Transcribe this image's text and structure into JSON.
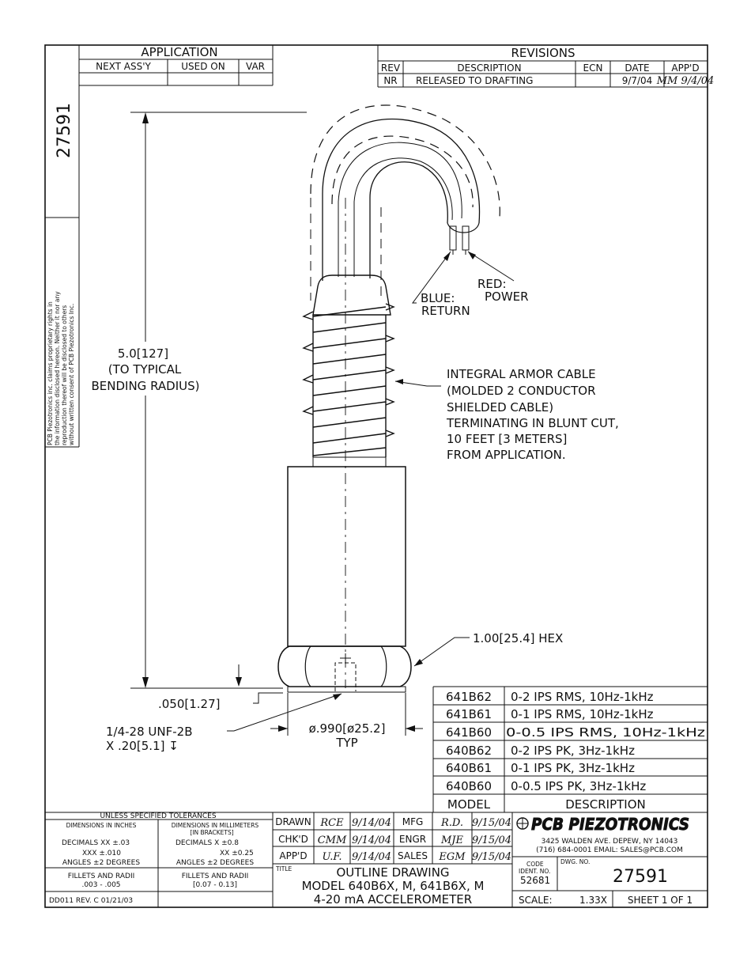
{
  "drawing_number": "27591",
  "proprietary_note": [
    "PCB Piezotronics inc. claims proprietary rights in",
    "the information disclosed hereon. Neither it nor any",
    "reproduction thereof will be disclosed to others",
    "without written consent of PCB Piezotronics Inc."
  ],
  "application": {
    "title": "APPLICATION",
    "columns": [
      "NEXT ASS'Y",
      "USED ON",
      "VAR"
    ]
  },
  "revisions": {
    "title": "REVISIONS",
    "columns": [
      "REV",
      "DESCRIPTION",
      "ECN",
      "DATE",
      "APP'D"
    ],
    "rows": [
      {
        "rev": "NR",
        "description": "RELEASED TO DRAFTING",
        "ecn": "",
        "date": "9/7/04",
        "appd": "MM 9/4/04"
      }
    ]
  },
  "annotations": {
    "length_dim": "5.0[127]",
    "length_note_1": "(TO TYPICAL",
    "length_note_2": "BENDING RADIUS)",
    "red_wire_1": "RED:",
    "red_wire_2": "POWER",
    "blue_wire_1": "BLUE:",
    "blue_wire_2": "RETURN",
    "cable_note": [
      "INTEGRAL ARMOR CABLE",
      "(MOLDED 2 CONDUCTOR",
      "SHIELDED CABLE)",
      "TERMINATING IN BLUNT CUT,",
      "10 FEET [3 METERS]",
      "FROM APPLICATION."
    ],
    "hex": "1.00[25.4] HEX",
    "base_dim": ".050[1.27]",
    "thread_1": "1/4-28 UNF-2B",
    "thread_2": "X .20[5.1] ↧",
    "diameter": "ø.990[ø25.2]",
    "diameter_typ": "TYP"
  },
  "models": {
    "rows": [
      {
        "model": "641B62",
        "description": "0-2 IPS RMS, 10Hz-1kHz"
      },
      {
        "model": "641B61",
        "description": "0-1 IPS RMS, 10Hz-1kHz"
      },
      {
        "model": "641B60",
        "description": "0-0.5 IPS RMS, 10Hz-1kHz"
      },
      {
        "model": "640B62",
        "description": "0-2 IPS PK, 3Hz-1kHz"
      },
      {
        "model": "640B61",
        "description": "0-1 IPS PK, 3Hz-1kHz"
      },
      {
        "model": "640B60",
        "description": "0-0.5 IPS PK, 3Hz-1kHz"
      }
    ],
    "header_model": "MODEL",
    "header_description": "DESCRIPTION"
  },
  "tolerances": {
    "title": "UNLESS SPECIFIED TOLERANCES",
    "inches_head": "DIMENSIONS IN INCHES",
    "inches_1": "DECIMALS  XX ±.03",
    "inches_2": "XXX ±.010",
    "inches_3": "ANGLES ±2 DEGREES",
    "mm_head_1": "DIMENSIONS IN MILLIMETERS",
    "mm_head_2": "[IN BRACKETS]",
    "mm_1": "DECIMALS  X ±0.8",
    "mm_2": "XX ±0.25",
    "mm_3": "ANGLES ±2 DEGREES",
    "fillets_in_1": "FILLETS AND RADII",
    "fillets_in_2": ".003 - .005",
    "fillets_mm_1": "FILLETS AND RADII",
    "fillets_mm_2": "[0.07 - 0.13]",
    "form_id": "DD011 REV. C 01/21/03"
  },
  "signoffs": [
    {
      "label": "DRAWN",
      "initials": "RCE",
      "date": "9/14/04",
      "label2": "MFG",
      "initials2": "R.D.",
      "date2": "9/15/04"
    },
    {
      "label": "CHK'D",
      "initials": "CMM",
      "date": "9/14/04",
      "label2": "ENGR",
      "initials2": "MJE",
      "date2": "9/15/04"
    },
    {
      "label": "APP'D",
      "initials": "U.F.",
      "date": "9/14/04",
      "label2": "SALES",
      "initials2": "EGM",
      "date2": "9/15/04"
    }
  ],
  "title_block": {
    "title_label": "TITLE",
    "line1": "OUTLINE DRAWING",
    "line2": "MODEL 640B6X, M, 641B6X, M",
    "line3": "4-20 mA ACCELEROMETER",
    "company": "PCB PIEZOTRONICS",
    "address_1": "3425 WALDEN AVE. DEPEW, NY 14043",
    "address_2": "(716) 684-0001  EMAIL: SALES@PCB.COM",
    "code_label_1": "CODE",
    "code_label_2": "IDENT. NO.",
    "code": "52681",
    "dwg_label": "DWG. NO.",
    "dwg_no": "27591",
    "scale_label": "SCALE:",
    "scale": "1.33X",
    "sheet": "SHEET 1 OF 1"
  }
}
